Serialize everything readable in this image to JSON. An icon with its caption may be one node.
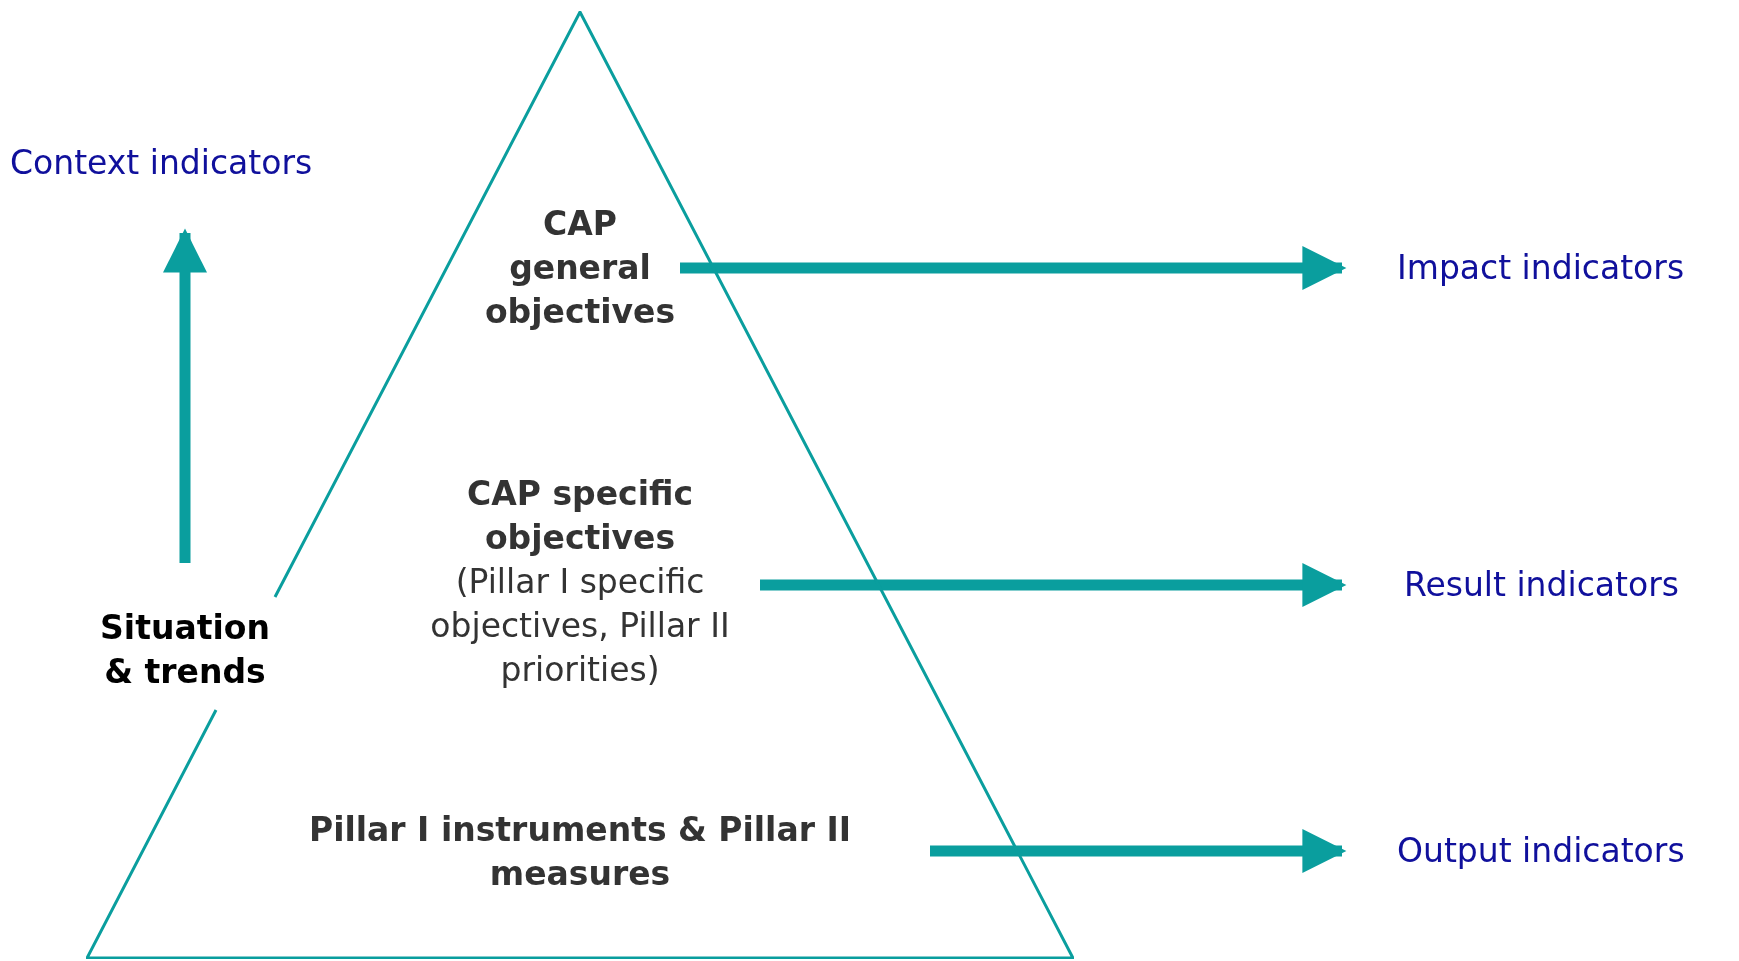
{
  "diagram": {
    "nodes": [
      {
        "text": [],
        "shape": "triangle"
      },
      {
        "text": [
          "CAP general objectives"
        ],
        "in": 0
      },
      {
        "text": [
          "CAP specific objectives",
          "(Pillar I specific objectives, Pillar II priorities)"
        ],
        "in": 0
      },
      {
        "text": [
          "Pillar I instruments & Pillar II measures"
        ],
        "in": 0
      },
      {
        "text": [
          "Situation & trends"
        ],
        "in": 0
      },
      {
        "text": [
          "Context indicators"
        ]
      },
      {
        "text": [
          "Impact indicators"
        ]
      },
      {
        "text": [
          "Result indicators"
        ]
      },
      {
        "text": [
          "Output indicators"
        ]
      }
    ],
    "edges": [
      {
        "from": 1,
        "to": 6,
        "arrow": "to"
      },
      {
        "from": 2,
        "to": 7,
        "arrow": "to"
      },
      {
        "from": 3,
        "to": 8,
        "arrow": "to"
      },
      {
        "from": 4,
        "to": 5,
        "arrow": "to"
      }
    ]
  }
}
